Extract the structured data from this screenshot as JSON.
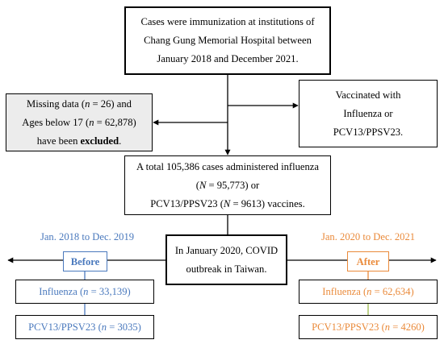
{
  "flowchart": {
    "inclusion": {
      "line1": "Cases were immunization at institutions of",
      "line2": "Chang Gung Memorial Hospital between",
      "line3": "January 2018 and December 2021."
    },
    "vaccinated": {
      "line1": "Vaccinated with",
      "line2": "Influenza or",
      "line3": "PCV13/PPSV23."
    },
    "excluded": {
      "l1_pre": "Missing data (",
      "l1_n": "n",
      "l1_post": " = 26) and",
      "l2_pre": "Ages below 17 (",
      "l2_n": "n",
      "l2_post": " = 62,878)",
      "l3_pre": "have been ",
      "l3_bold": "excluded",
      "l3_post": "."
    },
    "total": {
      "line1": "A total 105,386 cases administered influenza",
      "l2_pre": "(",
      "l2_n": "N",
      "l2_post": " = 95,773) or",
      "l3_pre": "PCV13/PPSV23 (",
      "l3_n": "N",
      "l3_post": " = 9613) vaccines."
    },
    "covid": {
      "line1": "In January 2020, COVID",
      "line2": "outbreak in Taiwan."
    },
    "before": {
      "period": "Jan. 2018 to Dec. 2019",
      "label": "Before",
      "influenza_pre": "Influenza (",
      "influenza_n": "n",
      "influenza_post": " = 33,139)",
      "pcv_pre": "PCV13/PPSV23 (",
      "pcv_n": "n",
      "pcv_post": " = 3035)"
    },
    "after": {
      "period": "Jan. 2020 to Dec. 2021",
      "label": "After",
      "influenza_pre": "Influenza (",
      "influenza_n": "n",
      "influenza_post": " = 62,634)",
      "pcv_pre": "PCV13/PPSV23 (",
      "pcv_n": "n",
      "pcv_post": " = 4260)"
    },
    "colors": {
      "before": "#4a79bd",
      "after": "#ea8a3a",
      "after_connector": "#9bb84a",
      "excluded_fill": "#ececec",
      "line": "#000000"
    }
  }
}
